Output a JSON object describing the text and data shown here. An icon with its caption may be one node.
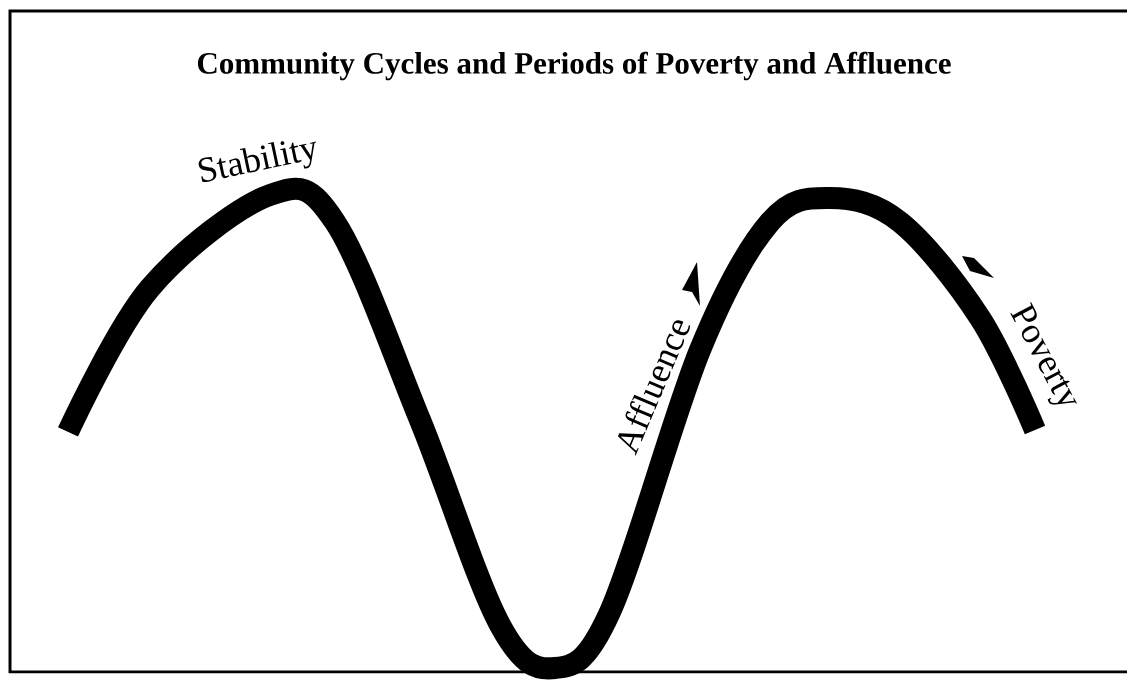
{
  "diagram": {
    "title": "Community Cycles and Periods of Poverty and Affluence",
    "labels": [
      "Stability",
      "Affluence",
      "Poverty"
    ]
  }
}
